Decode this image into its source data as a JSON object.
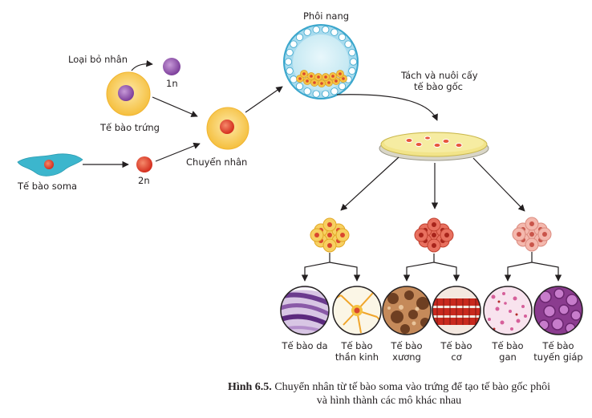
{
  "labels": {
    "remove_nucleus": "Loại bỏ nhân",
    "haploid": "1n",
    "egg_cell": "Tế bào trứng",
    "somatic_cell": "Tế bào soma",
    "diploid": "2n",
    "nuclear_transfer": "Chuyển nhân",
    "blastocyst": "Phôi nang",
    "isolate_line1": "Tách và nuôi cấy",
    "isolate_line2": "tế bào gốc"
  },
  "tissues": [
    {
      "line1": "Tế bào da",
      "line2": ""
    },
    {
      "line1": "Tế bào",
      "line2": "thần kinh"
    },
    {
      "line1": "Tế bào",
      "line2": "xương"
    },
    {
      "line1": "Tế bào",
      "line2": "cơ"
    },
    {
      "line1": "Tế bào",
      "line2": "gan"
    },
    {
      "line1": "Tế bào",
      "line2": "tuyến giáp"
    }
  ],
  "caption": {
    "label": "Hình 6.5.",
    "line1": "Chuyển nhân từ tế bào soma vào trứng để tạo tế bào gốc phôi",
    "line2": "và hình thành các mô khác nhau"
  },
  "colors": {
    "egg": "#f7c948",
    "egg_nucleus": "#9b59b6",
    "nucleus_red": "#e8442a",
    "soma": "#3bb3c9",
    "dish": "#f2e48a",
    "blastocyst_ring": "#48b4d8",
    "cluster_yellow": "#f5c242",
    "cluster_red": "#e56a5a",
    "cluster_pink": "#f1b0a6"
  }
}
